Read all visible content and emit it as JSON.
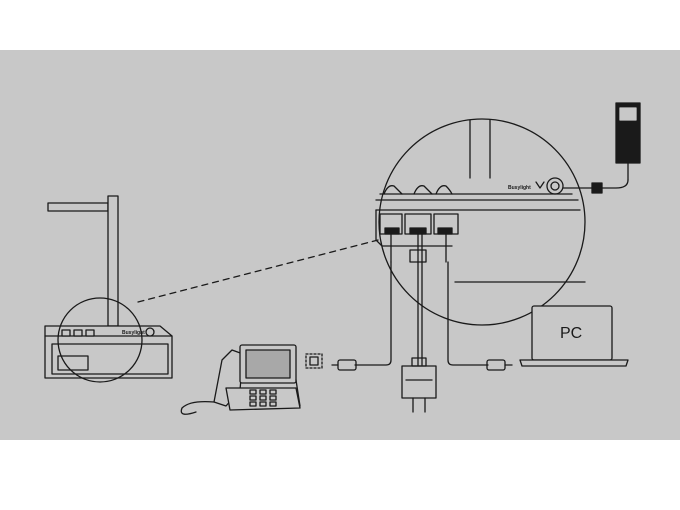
{
  "labels": {
    "pc": "PC",
    "busylight": "Busylight",
    "busylight_zoom": "Busylight"
  },
  "colors": {
    "panel_bg": "#c8c8c8",
    "line": "#1a1a1a",
    "page_bg": "#ffffff"
  },
  "icons": [
    "headset-stand-icon",
    "zoom-circle",
    "power-adapter-icon",
    "desk-phone-icon",
    "usb-plug-icon",
    "wall-charger-icon",
    "laptop-icon"
  ]
}
